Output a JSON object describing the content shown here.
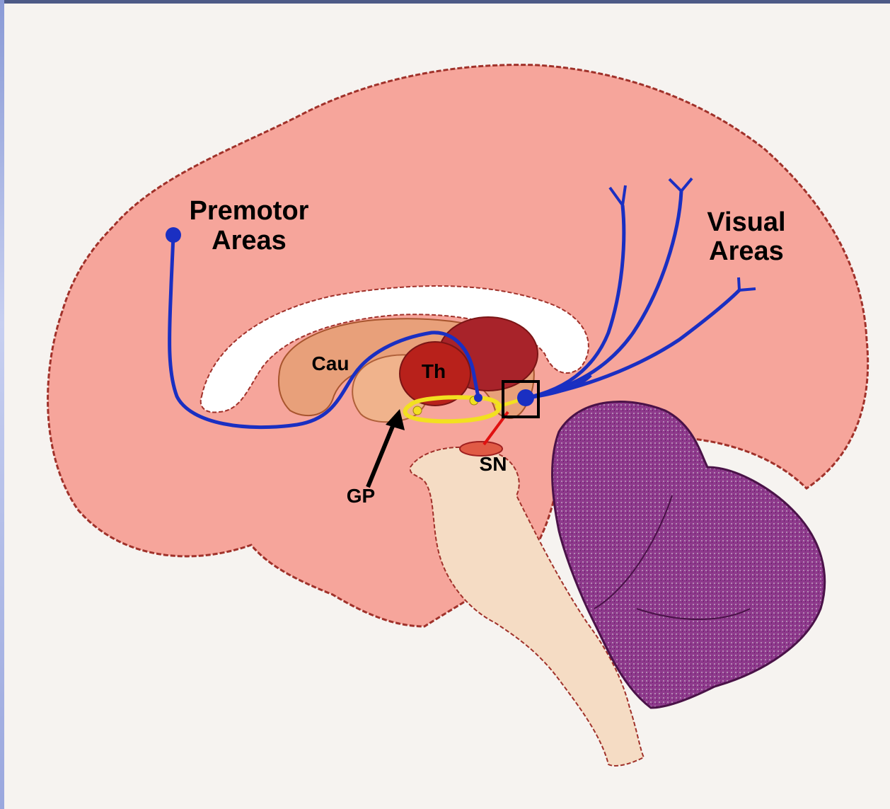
{
  "labels": {
    "premotor_line1": "Premotor",
    "premotor_line2": "Areas",
    "visual_line1": "Visual",
    "visual_line2": "Areas",
    "cau": "Cau",
    "th": "Th",
    "gp": "GP",
    "sn": "SN"
  },
  "colors": {
    "cortex": "#f6a59b",
    "cortex_outline": "#a0312a",
    "ventricle": "#ffffff",
    "caudate": "#e8a07a",
    "thalamus": "#b8211b",
    "thalamus_back": "#a8232a",
    "brainstem": "#f5dcc4",
    "cerebellum": "#8e3a8c",
    "pathway_blue": "#1a2fc2",
    "pathway_yellow": "#f2e020",
    "pathway_red": "#e01010",
    "arrow_black": "#000000"
  }
}
